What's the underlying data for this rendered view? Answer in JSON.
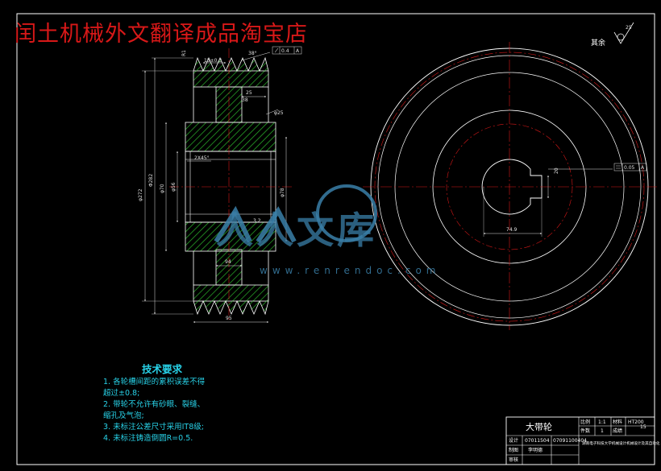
{
  "watermark": {
    "title": "闰土机械外文翻译成品淘宝店",
    "logo_text": "人人文库",
    "url": "www.renrendoc.com"
  },
  "roughness_note": "其余",
  "roughness_value": "25",
  "technical_requirements": {
    "title": "技术要求",
    "lines": [
      "1. 各轮槽间距的累积误差不得",
      "超过±0.8;",
      "2. 带轮不允许有砂眼、裂缝、",
      "缩孔及气泡;",
      "3. 未标注公差尺寸采用IT8级;",
      "4. 未标注铸造倒圆R=0.5."
    ]
  },
  "dimensions": {
    "d1": "R1",
    "d2": "15±0.3",
    "d3": "38°",
    "tol_frame": "0.4",
    "tol_datum": "A",
    "d4": "25",
    "d5": "38",
    "d6": "φ25",
    "d7": "2X45°",
    "d8": "φ272",
    "d9": "Φ282",
    "d10": "φ70",
    "d11": "φ56",
    "d12": "φ78",
    "d13": "94",
    "d14": "95",
    "d15": "3.2",
    "d16": "74.9",
    "d17": "20",
    "tol2_value": "0.05",
    "tol2_datum": "A"
  },
  "title_block": {
    "part_name": "大带轮",
    "scale_label": "比例",
    "scale_value": "1:1",
    "quantity_label": "件数",
    "quantity_value": "1",
    "material_label": "材料",
    "material_value": "HT200",
    "grade_label": "成绩",
    "sheet_no": "15",
    "design_label": "设计",
    "design_name": "07011504",
    "check_label": "审核",
    "drawn_label": "制图",
    "drawn_name": "李明德",
    "drawing_no": "07091100404",
    "school": "湖南电子科技大学机械设计机械设计及其自动化"
  },
  "colors": {
    "background": "#000000",
    "line": "#ffffff",
    "hatch": "#2bb52b",
    "dimension": "#2fd4ec",
    "centerline": "#d81818",
    "watermark": "#3a7fa8"
  }
}
